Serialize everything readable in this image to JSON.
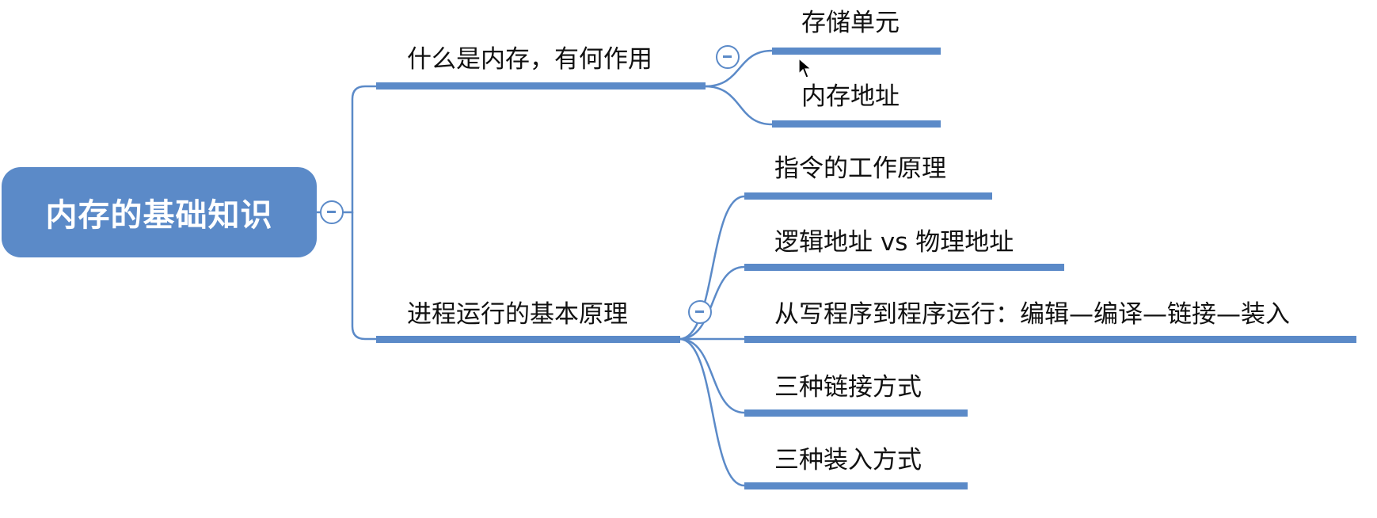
{
  "root": {
    "label": "内存的基础知识"
  },
  "branches": [
    {
      "label": "什么是内存，有何作用",
      "children": [
        "存储单元",
        "内存地址"
      ]
    },
    {
      "label": "进程运行的基本原理",
      "children": [
        "指令的工作原理",
        "逻辑地址 vs 物理地址",
        "从写程序到程序运行：编辑—编译—链接—装入",
        "三种链接方式",
        "三种装入方式"
      ]
    }
  ],
  "colors": {
    "accent": "#5b8ac8",
    "connector": "#5b8ac8",
    "text": "#111111",
    "root_text": "#ffffff"
  },
  "icons": {
    "collapse": "collapse-minus-icon",
    "cursor": "mouse-pointer-icon"
  }
}
